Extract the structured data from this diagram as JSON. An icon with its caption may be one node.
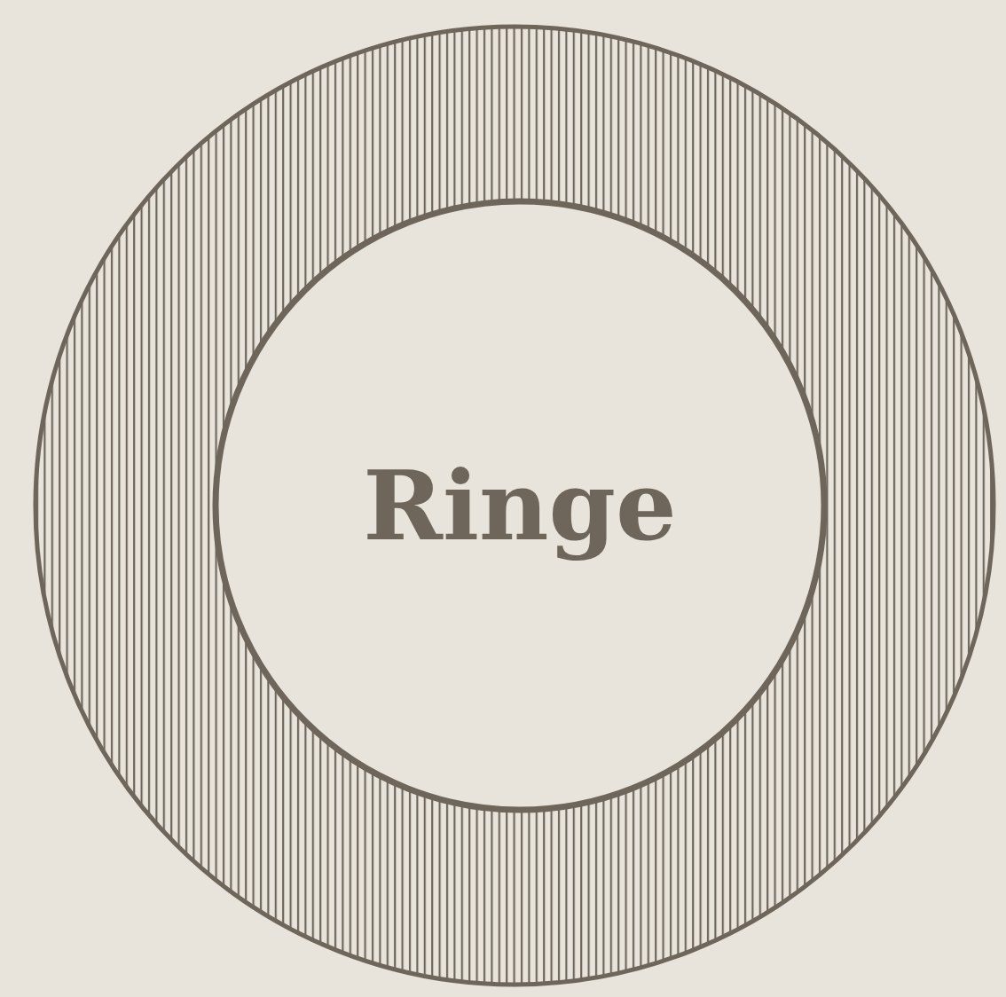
{
  "diagram": {
    "nodes": [
      {
        "text": [],
        "shape": "circle"
      },
      {
        "text": [
          "Ringe"
        ],
        "in": 0
      }
    ]
  }
}
